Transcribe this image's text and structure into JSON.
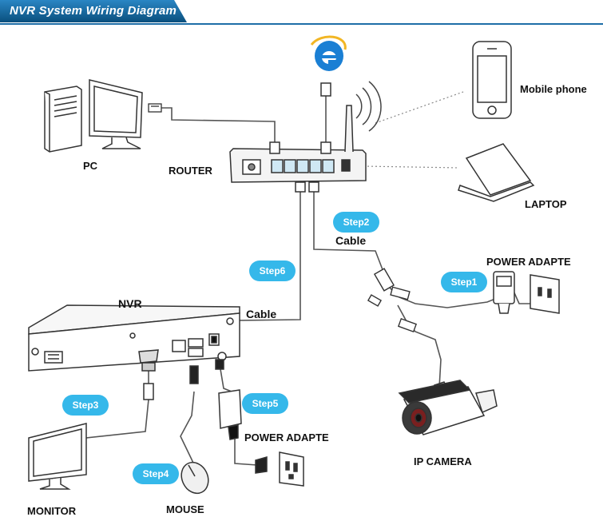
{
  "title": "NVR System Wiring Diagram",
  "labels": {
    "pc": "PC",
    "router": "ROUTER",
    "mobile_phone": "Mobile phone",
    "laptop": "LAPTOP",
    "power_adapter_camera": "POWER ADAPTE",
    "nvr": "NVR",
    "cable_step2": "Cable",
    "cable_step6": "Cable",
    "power_adapter_nvr": "POWER ADAPTE",
    "ip_camera": "IP  CAMERA",
    "monitor": "MONITOR",
    "mouse": "MOUSE"
  },
  "steps": {
    "step1": "Step1",
    "step2": "Step2",
    "step3": "Step3",
    "step4": "Step4",
    "step5": "Step5",
    "step6": "Step6"
  },
  "colors": {
    "title_bar": "#0a5c8a",
    "step_badge": "#35b8ea",
    "ie_logo": "#1a7fd4",
    "line": "#555555"
  },
  "icons": [
    "ie-browser-icon",
    "wifi-signal-icon"
  ]
}
